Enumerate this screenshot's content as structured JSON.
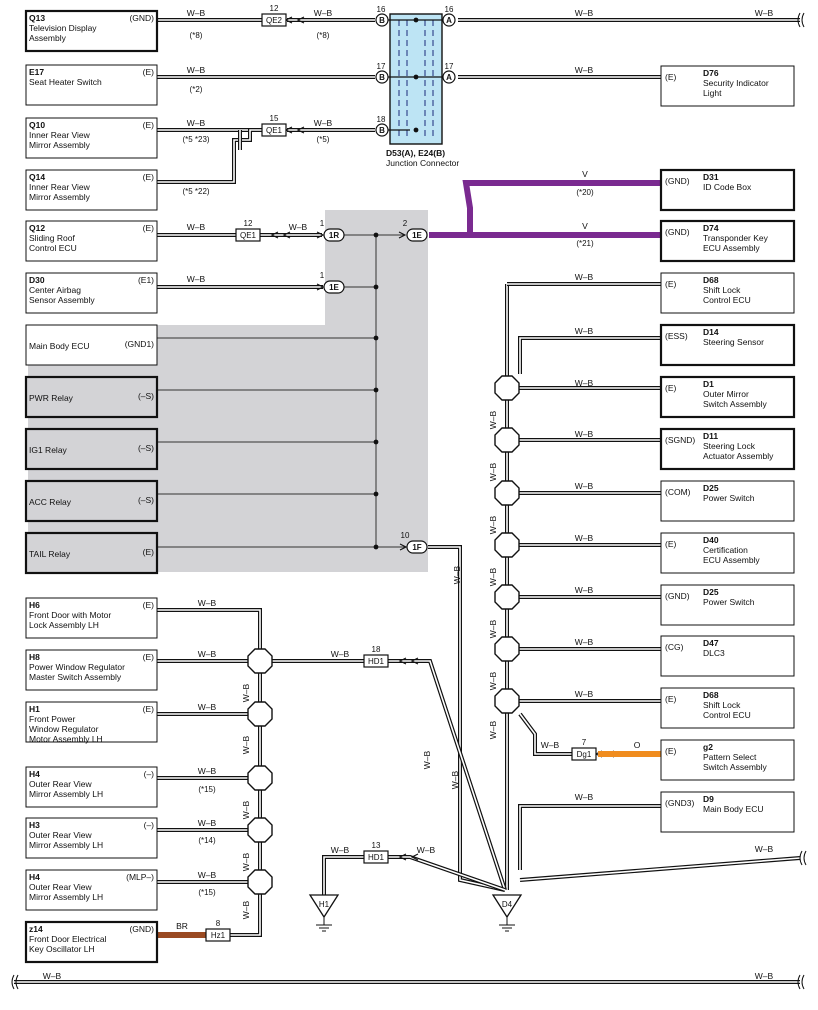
{
  "left_components": [
    {
      "code": "Q13",
      "lines": [
        "Television Display",
        "Assembly"
      ],
      "pin": "(GND)",
      "thick": true
    },
    {
      "code": "E17",
      "lines": [
        "Seat Heater Switch"
      ],
      "pin": "(E)"
    },
    {
      "code": "Q10",
      "lines": [
        "Inner Rear View",
        "Mirror Assembly"
      ],
      "pin": "(E)"
    },
    {
      "code": "Q14",
      "lines": [
        "Inner Rear View",
        "Mirror Assembly"
      ],
      "pin": "(E)"
    },
    {
      "code": "Q12",
      "lines": [
        "Sliding Roof",
        "Control ECU"
      ],
      "pin": "(E)"
    },
    {
      "code": "D30",
      "lines": [
        "Center Airbag",
        "Sensor Assembly"
      ],
      "pin": "(E1)"
    },
    {
      "code": "",
      "lines": [
        "Main Body ECU"
      ],
      "pin": "(GND1)"
    },
    {
      "code": "",
      "lines": [
        "PWR Relay"
      ],
      "pin": "(–S)",
      "shaded": true,
      "thick": true
    },
    {
      "code": "",
      "lines": [
        "IG1 Relay"
      ],
      "pin": "(–S)",
      "shaded": true,
      "thick": true
    },
    {
      "code": "",
      "lines": [
        "ACC Relay"
      ],
      "pin": "(–S)",
      "shaded": true,
      "thick": true
    },
    {
      "code": "",
      "lines": [
        "TAIL Relay"
      ],
      "pin": "(E)",
      "shaded": true,
      "thick": true
    },
    {
      "code": "H6",
      "lines": [
        "Front Door with Motor",
        "Lock Assembly LH"
      ],
      "pin": "(E)"
    },
    {
      "code": "H8",
      "lines": [
        "Power Window Regulator",
        "Master Switch Assembly"
      ],
      "pin": "(E)"
    },
    {
      "code": "H1",
      "lines": [
        "Front Power",
        "Window Regulator",
        "Motor Assembly LH"
      ],
      "pin": "(E)"
    },
    {
      "code": "H4",
      "lines": [
        "Outer Rear View",
        "Mirror Assembly LH"
      ],
      "pin": "(–)"
    },
    {
      "code": "H3",
      "lines": [
        "Outer Rear View",
        "Mirror Assembly LH"
      ],
      "pin": "(–)"
    },
    {
      "code": "H4",
      "lines": [
        "Outer Rear View",
        "Mirror Assembly LH"
      ],
      "pin": "(MLP–)"
    },
    {
      "code": "z14",
      "lines": [
        "Front Door Electrical",
        "Key Oscillator LH"
      ],
      "pin": "(GND)",
      "thick": true
    }
  ],
  "right_components": [
    {
      "code": "D76",
      "lines": [
        "Security Indicator",
        "Light"
      ],
      "pin": "(E)"
    },
    {
      "code": "D31",
      "lines": [
        "ID Code Box"
      ],
      "pin": "(GND)",
      "thick": true
    },
    {
      "code": "D74",
      "lines": [
        "Transponder Key",
        "ECU Assembly"
      ],
      "pin": "(GND)",
      "thick": true
    },
    {
      "code": "D68",
      "lines": [
        "Shift Lock",
        "Control ECU"
      ],
      "pin": "(E)"
    },
    {
      "code": "D14",
      "lines": [
        "Steering Sensor"
      ],
      "pin": "(ESS)",
      "thick": true
    },
    {
      "code": "D1",
      "lines": [
        "Outer Mirror",
        "Switch Assembly"
      ],
      "pin": "(E)",
      "thick": true
    },
    {
      "code": "D11",
      "lines": [
        "Steering Lock",
        "Actuator Assembly"
      ],
      "pin": "(SGND)",
      "thick": true
    },
    {
      "code": "D25",
      "lines": [
        "Power Switch"
      ],
      "pin": "(COM)"
    },
    {
      "code": "D40",
      "lines": [
        "Certification",
        "ECU Assembly"
      ],
      "pin": "(E)"
    },
    {
      "code": "D25",
      "lines": [
        "Power Switch"
      ],
      "pin": "(GND)"
    },
    {
      "code": "D47",
      "lines": [
        "DLC3"
      ],
      "pin": "(CG)"
    },
    {
      "code": "D68",
      "lines": [
        "Shift Lock",
        "Control ECU"
      ],
      "pin": "(E)"
    },
    {
      "code": "g2",
      "lines": [
        "Pattern Select",
        "Switch Assembly"
      ],
      "pin": "(E)"
    },
    {
      "code": "D9",
      "lines": [
        "Main Body ECU"
      ],
      "pin": "(GND3)"
    }
  ],
  "junction_connector": {
    "lines": [
      "D53(A), E24(B)",
      "Junction Connector"
    ],
    "pins_left": [
      "16",
      "17",
      "18"
    ],
    "pins_right": [
      "16",
      "17"
    ],
    "letters_left": [
      "B",
      "B",
      "B"
    ],
    "letters_right": [
      "A",
      "A"
    ]
  },
  "inline_connectors": [
    {
      "name": "QE2",
      "pin": "12"
    },
    {
      "name": "QE1",
      "pin": "15"
    },
    {
      "name": "QE1",
      "pin": "12"
    },
    {
      "name": "HD1",
      "pin": "18"
    },
    {
      "name": "HD1",
      "pin": "13"
    },
    {
      "name": "Dg1",
      "pin": "7"
    },
    {
      "name": "Hz1",
      "pin": "8"
    }
  ],
  "round_connectors": [
    {
      "name": "1R",
      "pin": "1"
    },
    {
      "name": "1E",
      "pin": "2"
    },
    {
      "name": "1E",
      "pin": "1"
    },
    {
      "name": "1F",
      "pin": "10"
    }
  ],
  "grounds": [
    "H1",
    "D4"
  ],
  "wire_color_wb": "W–B",
  "wire_color_v": "V",
  "wire_color_o": "O",
  "wire_color_br": "BR",
  "notes": [
    "(*8)",
    "(*8)",
    "(*2)",
    "(*5 *23)",
    "(*5)",
    "(*5 *22)",
    "(*20)",
    "(*21)",
    "(*15)",
    "(*14)",
    "(*15)"
  ],
  "colors": {
    "violet": "#7a2a90",
    "orange": "#f08c1e",
    "brown": "#9a4a22",
    "shade": "#d3d3d6",
    "junction": "#bde4f4"
  }
}
